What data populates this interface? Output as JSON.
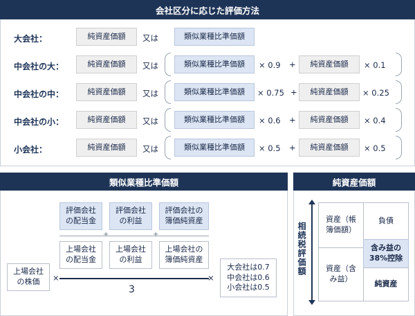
{
  "top": {
    "title": "会社区分に応じた評価方法",
    "or_label": "又は",
    "rows": [
      {
        "label": "大会社：",
        "net": "純資産価額",
        "similar": "類似業種比準価額"
      },
      {
        "label": "中会社の大：",
        "net": "純資産価額",
        "similar": "類似業種比準価額",
        "m1": "× 0.9",
        "plus": "+",
        "net2": "純資産価額",
        "m2": "× 0.1"
      },
      {
        "label": "中会社の中：",
        "net": "純資産価額",
        "similar": "類似業種比準価額",
        "m1": "× 0.75",
        "plus": "+",
        "net2": "純資産価額",
        "m2": "× 0.25"
      },
      {
        "label": "中会社の小：",
        "net": "純資産価額",
        "similar": "類似業種比準価額",
        "m1": "× 0.6",
        "plus": "+",
        "net2": "純資産価額",
        "m2": "× 0.4"
      },
      {
        "label": "小会社：",
        "net": "純資産価額",
        "similar": "類似業種比準価額",
        "m1": "× 0.5",
        "plus": "+",
        "net2": "純資産価額",
        "m2": "× 0.5"
      }
    ]
  },
  "similar_panel": {
    "title": "類似業種比準価額",
    "eval_dividend": "評価会社の配当金",
    "eval_profit": "評価会社の利益",
    "eval_book": "評価会社の簿価純資産",
    "listed_dividend": "上場会社の配当金",
    "listed_profit": "上場会社の利益",
    "listed_book": "上場会社の簿価純資産",
    "listed_price": "上場会社の株価",
    "times": "×",
    "times2": "×",
    "plus": "+",
    "plus2": "+",
    "denominator": "3",
    "coef": [
      "大会社は0.7",
      "中会社は0.6",
      "小会社は0.5"
    ]
  },
  "net_panel": {
    "title": "純資産価額",
    "axis_label": "相続税評価額",
    "assets_book": "資産（帳簿価額）",
    "liabilities": "負債",
    "gain_deduction": "含み益の38%控除",
    "assets_gain": "資産（含み益）",
    "net_assets": "純資産"
  }
}
